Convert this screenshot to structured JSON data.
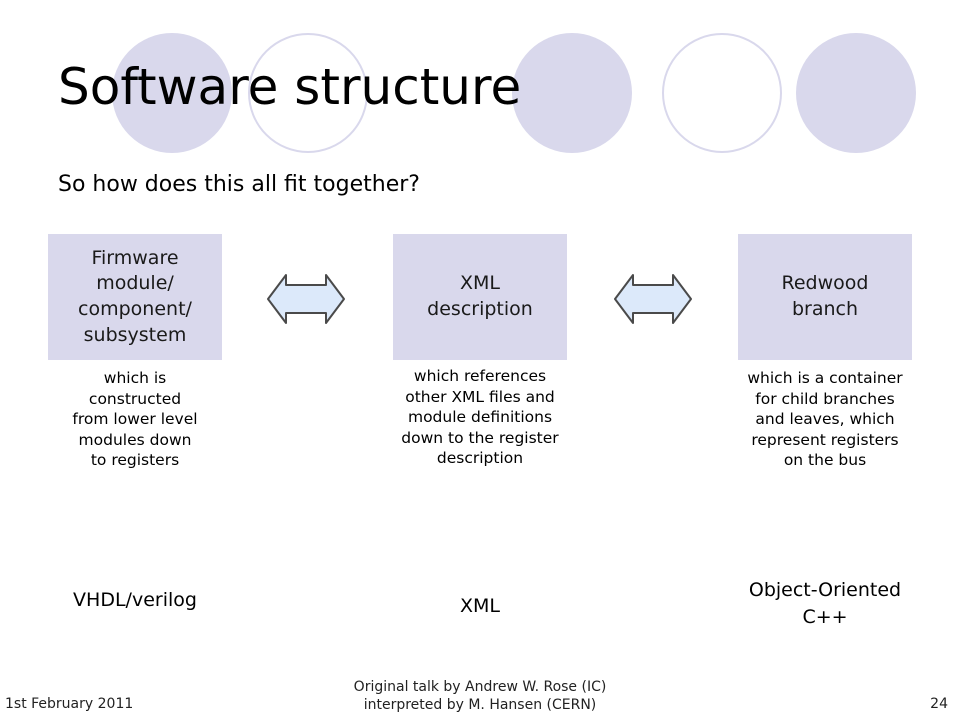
{
  "slide": {
    "title": "Software structure",
    "subtitle": "So how does this all fit together?"
  },
  "boxes": [
    {
      "label": "Firmware\nmodule/\ncomponent/\nsubsystem",
      "description": "which is\nconstructed\nfrom lower level\nmodules down\nto registers",
      "language": "VHDL/verilog"
    },
    {
      "label": "XML\ndescription",
      "description": "which references\nother XML files and\nmodule definitions\ndown to the register\ndescription",
      "language": "XML"
    },
    {
      "label": "Redwood\nbranch",
      "description": "which is a container\nfor child branches\nand leaves, which\nrepresent registers\non the bus",
      "language": "Object-Oriented\nC++"
    }
  ],
  "arrows": [
    {
      "icon": "double-arrow-icon",
      "fill": "#dce9fa",
      "stroke": "#4a4a4a"
    },
    {
      "icon": "double-arrow-icon",
      "fill": "#dce9fa",
      "stroke": "#4a4a4a"
    }
  ],
  "footer": {
    "date": "1st February 2011",
    "credit": "Original talk by Andrew W. Rose (IC)\ninterpreted by M. Hansen (CERN)",
    "page": "24"
  },
  "colors": {
    "accent": "#d9d8ec",
    "text": "#000000"
  }
}
